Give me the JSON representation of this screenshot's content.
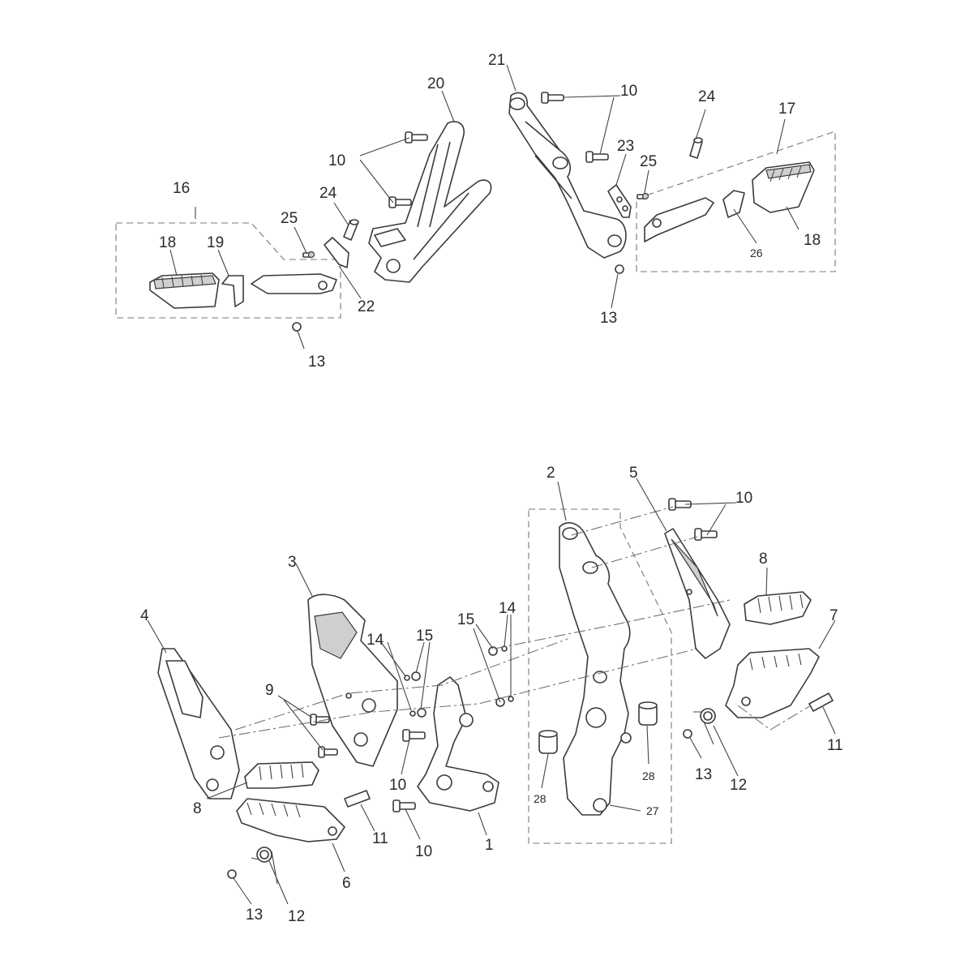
{
  "diagram": {
    "upper": {
      "groups": {
        "left_box": "16",
        "right_box": "17"
      },
      "callouts": {
        "c20": "20",
        "c21": "21",
        "c10a": "10",
        "c10b": "10",
        "c24a": "24",
        "c24b": "24",
        "c25a": "25",
        "c25b": "25",
        "c18a": "18",
        "c18b": "18",
        "c19": "19",
        "c22": "22",
        "c23": "23",
        "c13a": "13",
        "c13b": "13",
        "c26": "26"
      }
    },
    "lower": {
      "callouts": {
        "c1": "1",
        "c2": "2",
        "c3": "3",
        "c4": "4",
        "c5": "5",
        "c6": "6",
        "c7": "7",
        "c8a": "8",
        "c8b": "8",
        "c9": "9",
        "c10a": "10",
        "c10b": "10",
        "c10c": "10",
        "c11a": "11",
        "c11b": "11",
        "c12a": "12",
        "c12b": "12",
        "c13a": "13",
        "c13b": "13",
        "c14a": "14",
        "c14b": "14",
        "c15a": "15",
        "c15b": "15",
        "c27": "27",
        "c28a": "28",
        "c28b": "28"
      }
    }
  }
}
